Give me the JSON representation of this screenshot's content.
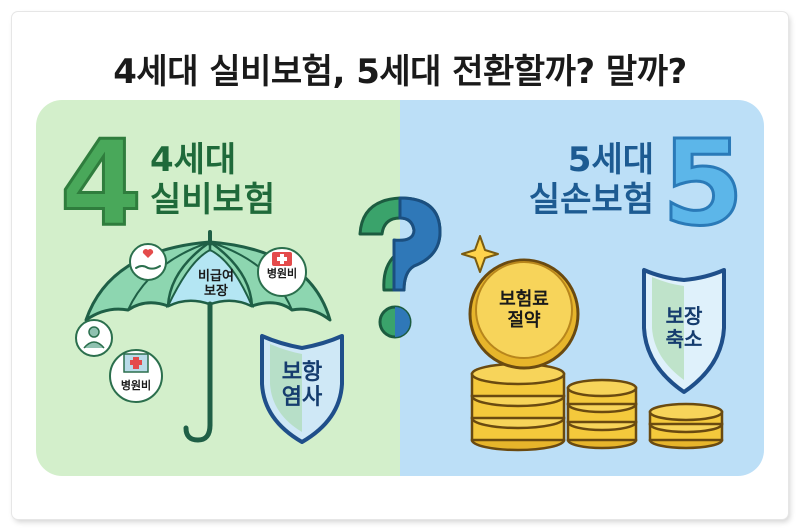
{
  "title": "4세대 실비보험, 5세대 전환할까? 말까?",
  "left": {
    "big_number": "4",
    "gen_line1": "4세대",
    "gen_line2": "실비보험",
    "umbrella_line1": "비급여",
    "umbrella_line2": "보장",
    "hospital_badge_top": "병원비",
    "hospital_badge_bottom": "병원비",
    "shield_line1": "보항",
    "shield_line2": "염사"
  },
  "center": {
    "symbol": "?"
  },
  "right": {
    "big_number": "5",
    "gen_line1": "5세대",
    "gen_line2": "실손보험",
    "coin_line1": "보험료",
    "coin_line2": "절약",
    "shield_line1": "보장",
    "shield_line2": "축소"
  },
  "colors": {
    "left_bg": "#d3efcb",
    "right_bg": "#bcdff7",
    "green": "#49a85a",
    "blue": "#5cb6e9",
    "gold": "#f2c53d"
  }
}
